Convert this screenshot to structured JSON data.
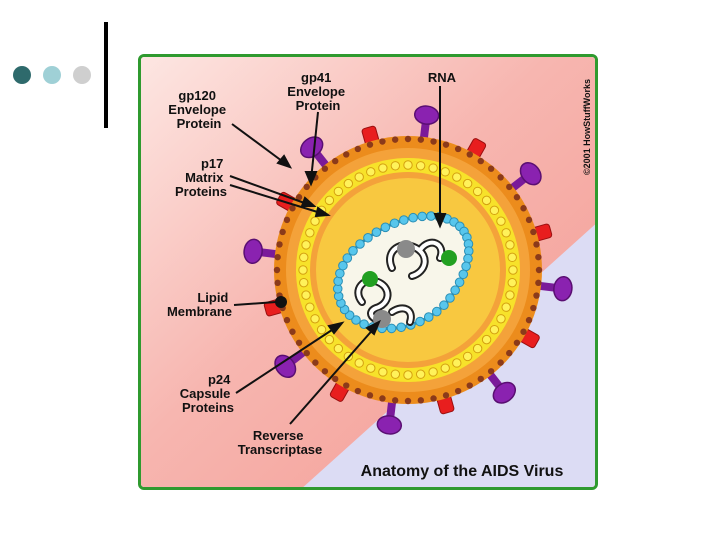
{
  "slide": {
    "bullet_colors": [
      "#2e6a6c",
      "#9fd0d6",
      "#cfcfcf"
    ]
  },
  "diagram": {
    "title": "Anatomy of the AIDS Virus",
    "copyright": "©2001 HowStuffWorks",
    "labels": {
      "gp120": [
        "gp120",
        "Envelope",
        "Protein"
      ],
      "gp41": [
        "gp41",
        "Envelope",
        "Protein"
      ],
      "rna": [
        "RNA"
      ],
      "p17": [
        "p17",
        "Matrix",
        "Proteins"
      ],
      "lipid": [
        "Lipid",
        "Membrane"
      ],
      "p24": [
        "p24",
        "Capsule",
        "Proteins"
      ],
      "rt": [
        "Reverse",
        "Transcriptase"
      ]
    },
    "colors": {
      "background_pink": "#f7b6b0",
      "background_lavender": "#dcdcf4",
      "envelope_orange": "#ec8c1c",
      "lipid_brown": "#8b3a1a",
      "matrix_yellow": "#f7e22a",
      "capsid_blue": "#58c6ec",
      "gp120_purple": "#8a22b0",
      "gp41_red": "#e81e1e",
      "enzyme_green": "#22a022",
      "reverse_transcriptase_gray": "#8a8a8a"
    }
  }
}
